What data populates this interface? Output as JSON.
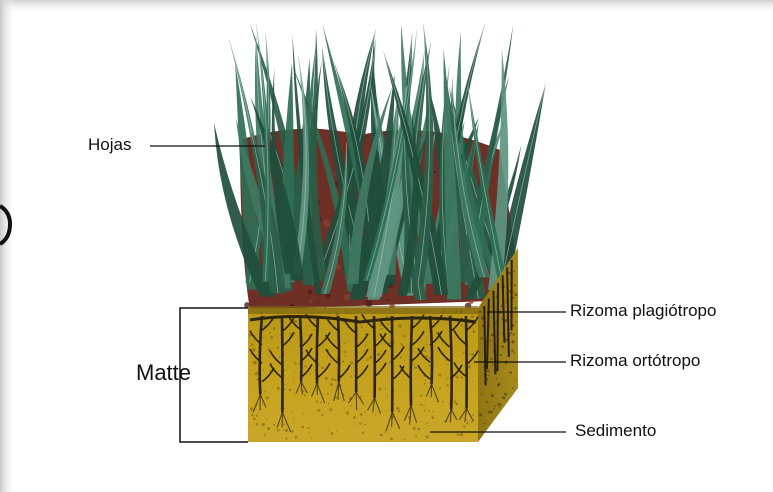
{
  "labels": {
    "leaves": "Hojas",
    "matte": "Matte",
    "plagiotropic_rhizome": "Rizoma plagiótropo",
    "orthotropic_rhizome": "Rizoma ortótropo",
    "sediment": "Sedimento"
  },
  "colors": {
    "background": "#ffffff",
    "sediment_front": "#c4a21c",
    "sediment_side": "#a8881a",
    "rhizome": "#2e2410",
    "leaf_dark": "#1f4e3c",
    "leaf_mid": "#2f6e55",
    "leaf_light": "#5f9582",
    "litter": "#6e2f26",
    "line": "#111111"
  }
}
